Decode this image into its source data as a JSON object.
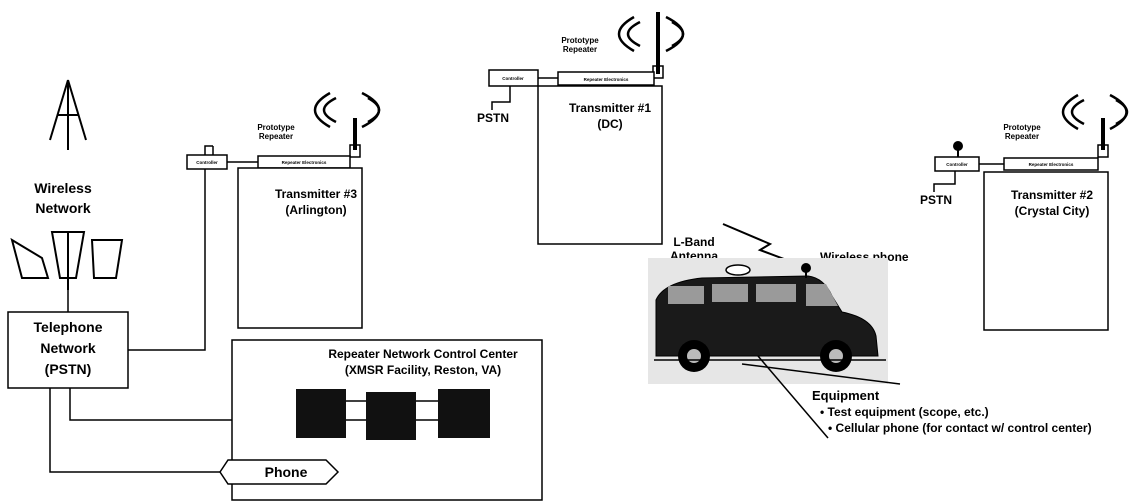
{
  "wireless_network": {
    "line1": "Wireless",
    "line2": "Network"
  },
  "telephone_network": {
    "line1": "Telephone",
    "line2": "Network",
    "line3": "(PSTN)"
  },
  "control_center": {
    "title": "Repeater Network Control Center",
    "subtitle": "(XMSR Facility, Reston, VA)",
    "phone_label": "Phone"
  },
  "sites": {
    "dc": {
      "repeater_line1": "Prototype",
      "repeater_line2": "Repeater",
      "controller": "Controller",
      "electronics": "Repeater Electronics",
      "pstn": "PSTN",
      "transmitter": "Transmitter #1",
      "location": "(DC)"
    },
    "arlington": {
      "repeater_line1": "Prototype",
      "repeater_line2": "Repeater",
      "controller": "Controller",
      "electronics": "Repeater Electronics",
      "transmitter": "Transmitter #3",
      "location": "(Arlington)"
    },
    "crystal_city": {
      "repeater_line1": "Prototype",
      "repeater_line2": "Repeater",
      "controller": "Controller",
      "electronics": "Repeater Electronics",
      "pstn": "PSTN",
      "transmitter": "Transmitter #2",
      "location": "(Crystal City)"
    }
  },
  "van": {
    "antenna_line1": "L-Band",
    "antenna_line2": "Antenna",
    "wireless_phone": "Wireless phone",
    "equipment_title": "Equipment",
    "equipment_items": [
      "• Test equipment (scope, etc.)",
      "• Cellular phone (for contact w/ control center)"
    ]
  }
}
